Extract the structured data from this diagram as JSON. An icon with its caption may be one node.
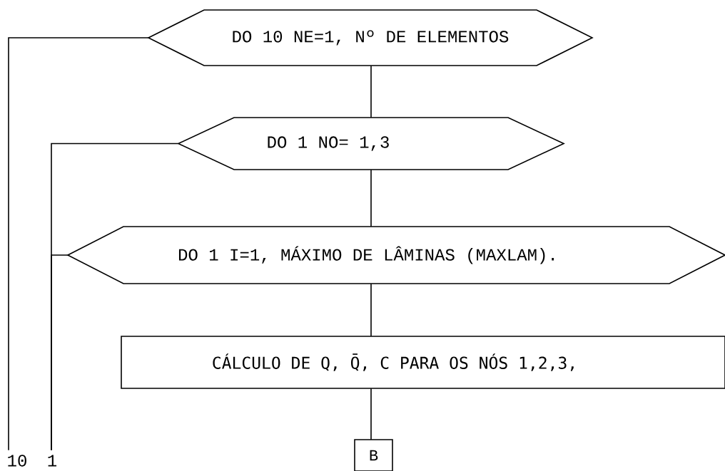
{
  "diagram": {
    "nodes": [
      {
        "text": [
          "DO 10 NE=1, Nº DE ELEMENTOS"
        ]
      },
      {
        "text": [
          "DO 1 NO= 1,3"
        ]
      },
      {
        "text": [
          "DO 1 I=1, MÁXIMO DE LÂMINAS (MAXLAM)."
        ]
      },
      {
        "text": [
          "CÁLCULO DE Q, Q̄, C PARA OS NÓS 1,2,3,"
        ]
      },
      {
        "text": [
          "B"
        ]
      },
      {
        "text": [
          "10"
        ]
      },
      {
        "text": [
          "1"
        ]
      }
    ],
    "edges": [
      {
        "from": 0,
        "to": 1,
        "arrow": "none"
      },
      {
        "from": 1,
        "to": 2,
        "arrow": "none"
      },
      {
        "from": 2,
        "to": 3,
        "arrow": "none"
      },
      {
        "from": 3,
        "to": 4,
        "arrow": "none"
      },
      {
        "from": 0,
        "to": 5,
        "arrow": "none"
      },
      {
        "from": 1,
        "to": 6,
        "arrow": "none"
      },
      {
        "from": 2,
        "to": 6,
        "arrow": "none"
      }
    ]
  }
}
